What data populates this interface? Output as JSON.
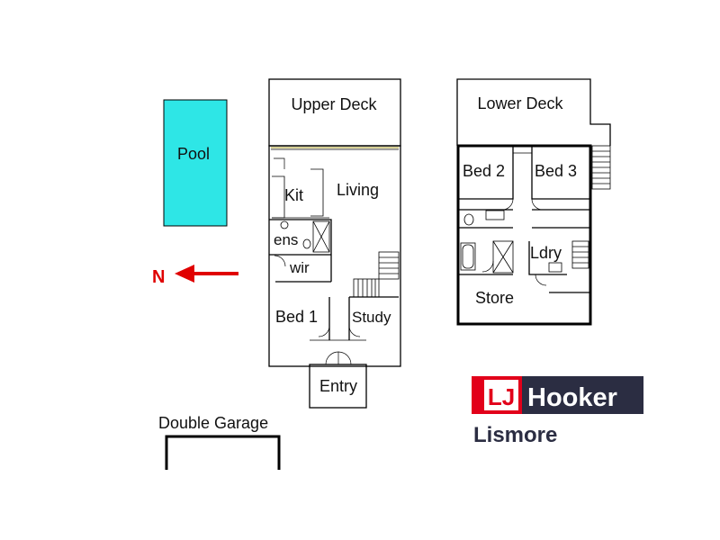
{
  "upper_floor": {
    "upper_deck": "Upper Deck",
    "kitchen": "Kit",
    "living": "Living",
    "ensuite": "ens",
    "walk_in_robe": "wir",
    "bed_1": "Bed 1",
    "study": "Study",
    "entry": "Entry"
  },
  "lower_floor": {
    "lower_deck": "Lower Deck",
    "bed_2": "Bed 2",
    "bed_3": "Bed 3",
    "laundry": "Ldry",
    "store": "Store"
  },
  "site": {
    "pool": "Pool",
    "double_garage": "Double Garage",
    "north": "N"
  },
  "colors": {
    "pool_fill": "#2ee6e6",
    "arrow": "#e00000",
    "brand_red": "#e2001a",
    "brand_dark": "#2b2d42"
  },
  "brand": {
    "initials": "LJ",
    "name": "Hooker",
    "office": "Lismore"
  }
}
